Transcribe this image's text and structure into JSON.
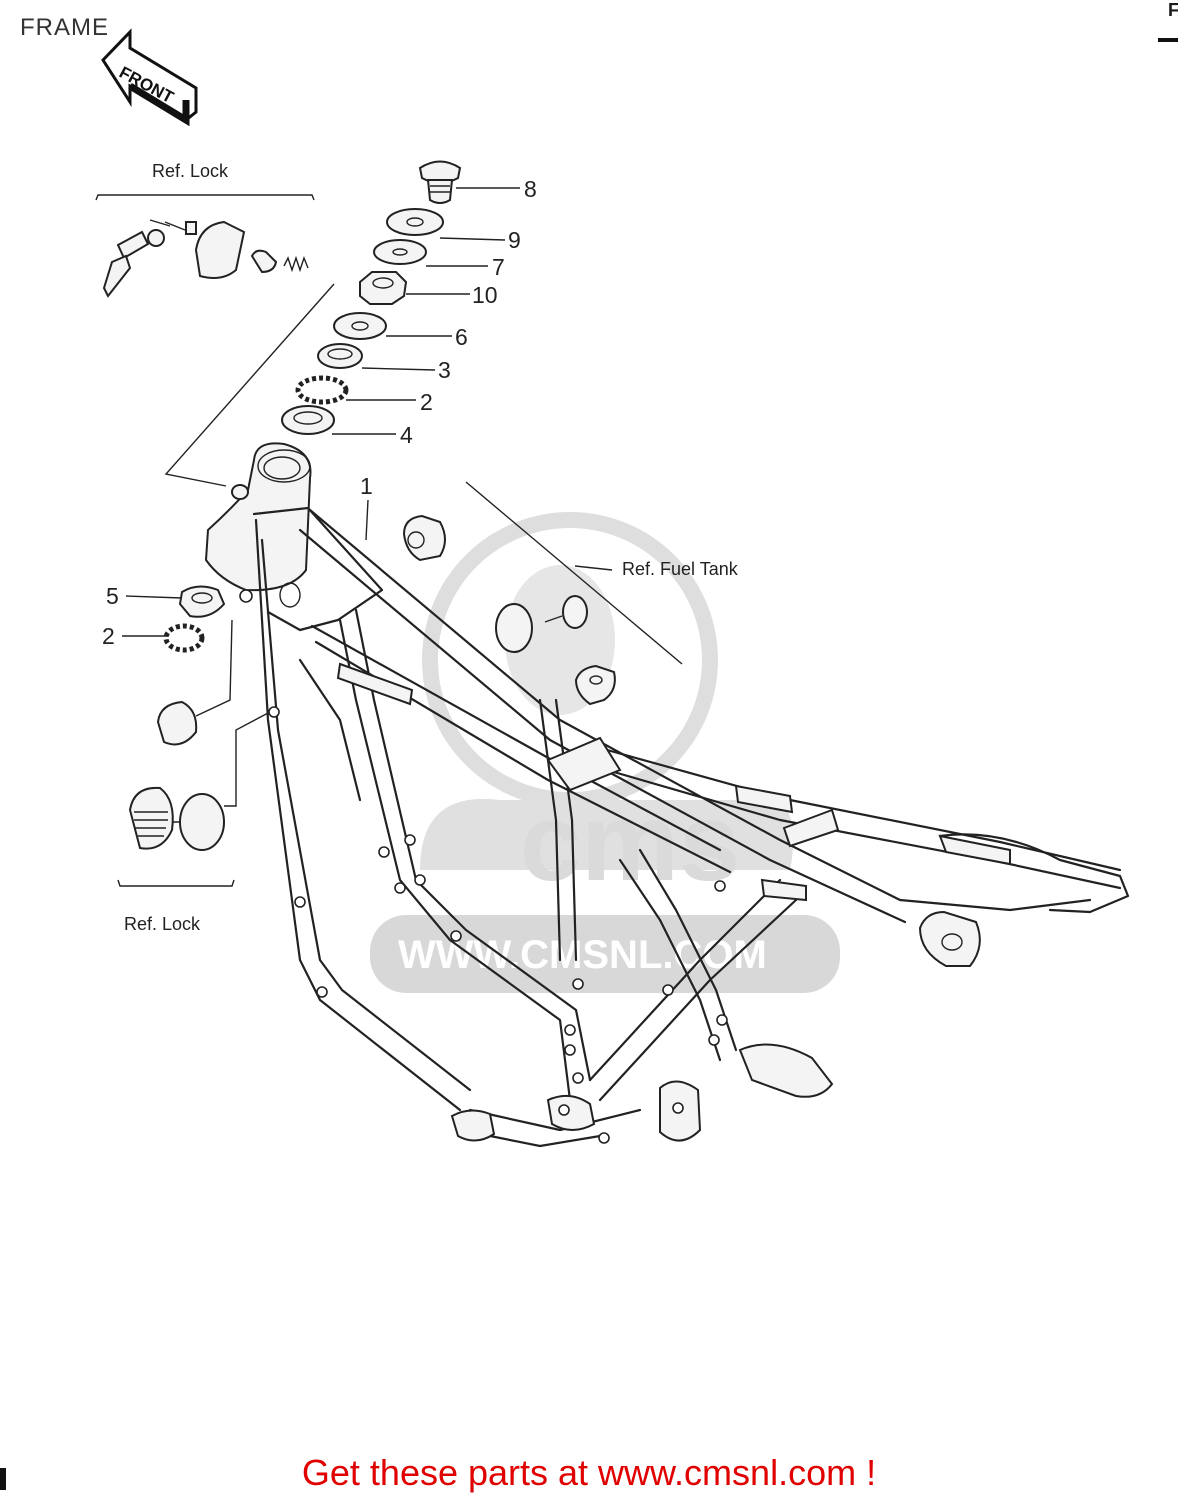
{
  "page": {
    "title": "FRAME",
    "corner_mark": "F",
    "footer_link": "Get these parts at www.cmsnl.com !"
  },
  "direction_arrow": {
    "label": "FRONT"
  },
  "reference_labels": {
    "lock_top": "Ref. Lock",
    "lock_bottom": "Ref. Lock",
    "fuel_tank": "Ref. Fuel Tank"
  },
  "callouts": {
    "frame": "1",
    "steel_balls_upper": "2",
    "steel_balls_lower": "2",
    "upper_inner_race": "3",
    "upper_outer_race": "4",
    "lower_outer_race": "5",
    "dust_seal": "6",
    "washer": "7",
    "stem_head_bolt": "8",
    "rubber_washer": "9",
    "stem_nut": "10"
  },
  "watermark": {
    "text": "WWW.CMSNL.COM",
    "badge": "cms"
  },
  "colors": {
    "footer_link": "#e00000",
    "lines": "#222222",
    "watermark": "#d8d8d8"
  }
}
